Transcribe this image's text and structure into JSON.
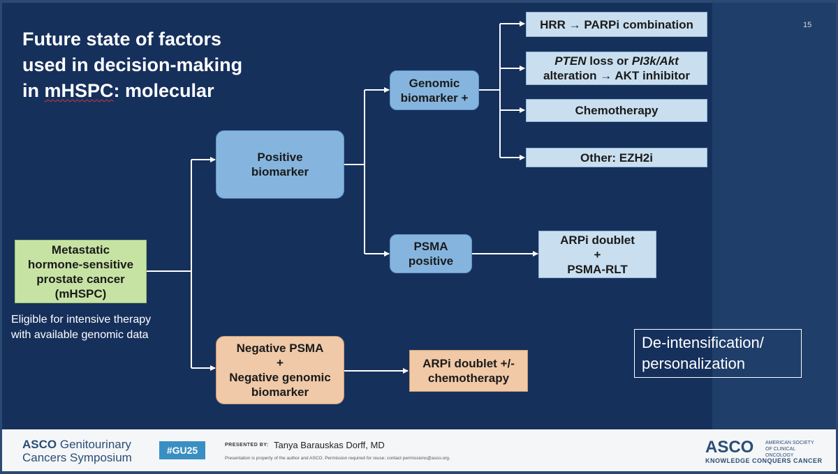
{
  "page_number": "15",
  "title": {
    "line1": "Future state of factors",
    "line2": "used in decision-making",
    "line3_pre": "in ",
    "line3_abbr": "mHSPC",
    "line3_post": ": molecular"
  },
  "nodes": {
    "start": {
      "l1": "Metastatic",
      "l2": "hormone-sensitive",
      "l3": "prostate cancer",
      "l4": "(mHSPC)"
    },
    "eligible": {
      "l1": "Eligible for intensive therapy",
      "l2": "with available genomic data"
    },
    "positive": {
      "l1": "Positive",
      "l2": "biomarker"
    },
    "genomic": {
      "l1": "Genomic",
      "l2": "biomarker +"
    },
    "psma": {
      "l1": "PSMA",
      "l2": "positive"
    },
    "negative": {
      "l1": "Negative PSMA",
      "l2": "+",
      "l3": "Negative genomic",
      "l4": "biomarker"
    },
    "hrr": {
      "text": "HRR → PARPi combination"
    },
    "pten": {
      "a": "PTEN",
      "b": " loss or ",
      "c": "PI3k/Akt",
      "l2": "alteration → AKT inhibitor"
    },
    "chemo": {
      "text": "Chemotherapy"
    },
    "other": {
      "text": "Other: EZH2i"
    },
    "arpi_psma": {
      "l1": "ARPi doublet",
      "l2": "+",
      "l3": "PSMA-RLT"
    },
    "arpi_chemo": {
      "l1": "ARPi doublet +/-",
      "l2": "chemotherapy"
    }
  },
  "deintensification": {
    "l1": "De-intensification/",
    "l2": "personalization"
  },
  "footer": {
    "asco_l1a": "ASCO",
    "asco_l1b": " Genitourinary",
    "asco_l2": "Cancers Symposium",
    "hashtag": "#GU25",
    "presented_by": "PRESENTED BY:",
    "presenter": "Tanya Barauskas Dorff, MD",
    "disclaimer": "Presentation is property of the author and ASCO. Permission required for reuse; contact permissions@asco.org.",
    "asco_right": "ASCO",
    "asco_society": "AMERICAN SOCIETY OF CLINICAL ONCOLOGY",
    "asco_motto": "KNOWLEDGE CONQUERS CANCER"
  },
  "colors": {
    "slide_bg": "#16305c",
    "pale_box": "#c9dff0",
    "blue_box": "#85b5df",
    "green_box": "#c7e3a4",
    "tan_box": "#efc9a8",
    "hashtag_bg": "#3a8fc2"
  }
}
